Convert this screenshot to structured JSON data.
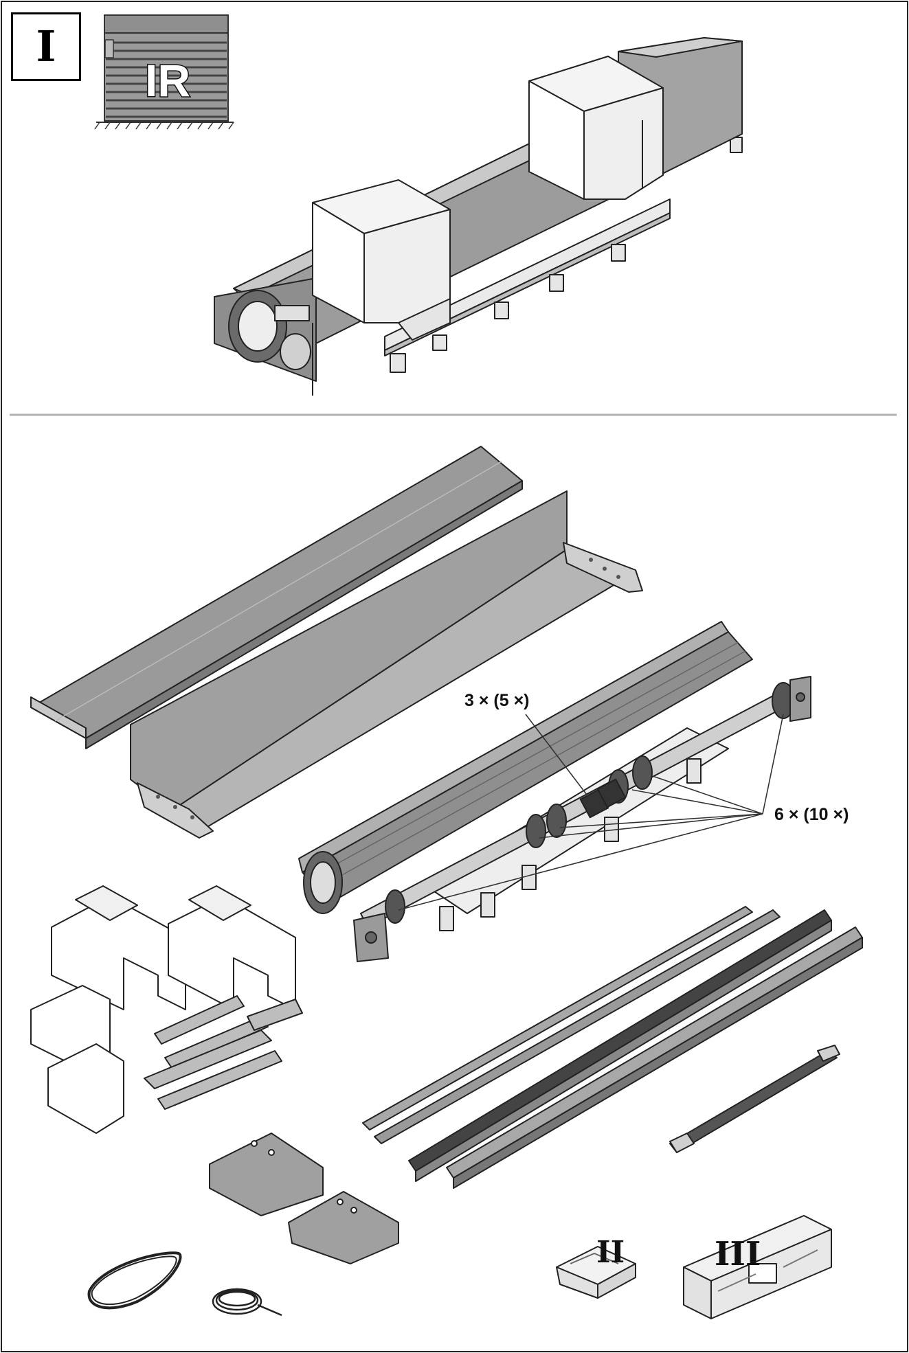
{
  "panel_label": "I",
  "door_icon_text": "IR",
  "callouts": {
    "bracket_count": "3 × (5 ×)",
    "ring_count": "6 × (10 ×)"
  },
  "package_labels": {
    "small_pack": "II",
    "large_pack": "III"
  },
  "colors": {
    "line": "#222222",
    "panel_gray": "#9a9a9a",
    "light_gray": "#d6d6d6",
    "dark_gray": "#555555",
    "divider": "#b0b0b0"
  }
}
